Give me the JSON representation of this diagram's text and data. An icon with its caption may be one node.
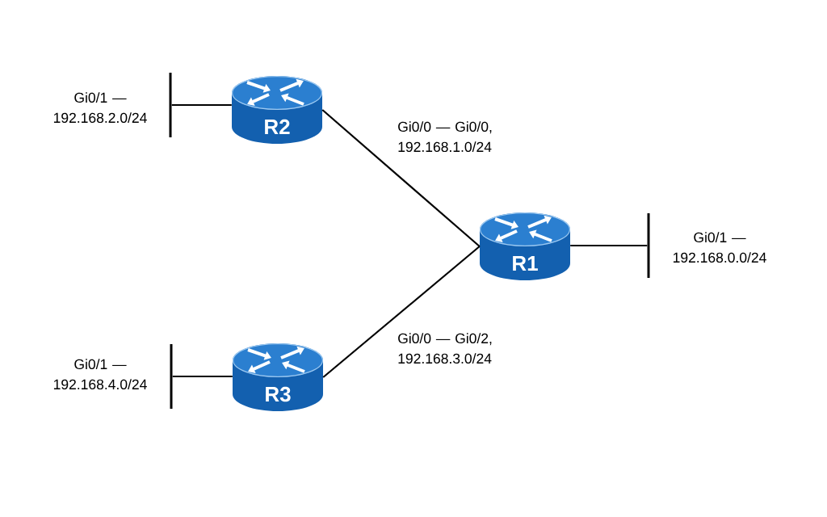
{
  "diagram": {
    "nodes": [
      {
        "text": [],
        "shape": "bar",
        "beside": [
          "Gi0/1 — 192.168.2.0/24"
        ]
      },
      {
        "text": [
          "R2"
        ]
      },
      {
        "text": [
          "R1"
        ]
      },
      {
        "text": [],
        "shape": "bar",
        "beside": [
          "Gi0/1 — 192.168.0.0/24"
        ]
      },
      {
        "text": [],
        "shape": "bar",
        "beside": [
          "Gi0/1 — 192.168.4.0/24"
        ]
      },
      {
        "text": [
          "R3"
        ]
      }
    ],
    "edges": [
      {
        "from": 1,
        "to": 0,
        "arrow": "none"
      },
      {
        "from": 1,
        "to": 2,
        "arrow": "none",
        "label": "Gi0/0 — Gi0/0, 192.168.1.0/24"
      },
      {
        "from": 2,
        "to": 3,
        "arrow": "none"
      },
      {
        "from": 5,
        "to": 4,
        "arrow": "none"
      },
      {
        "from": 5,
        "to": 2,
        "arrow": "none",
        "label": "Gi0/0 — Gi0/2, 192.168.3.0/24"
      }
    ]
  }
}
